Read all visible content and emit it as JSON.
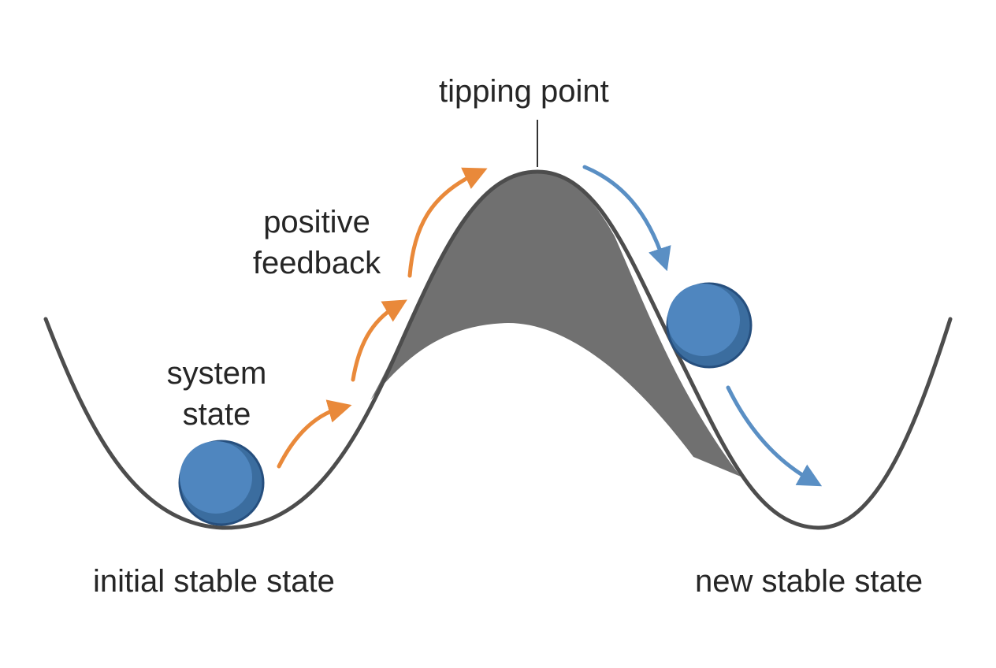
{
  "labels": {
    "tipping_point": "tipping point",
    "positive_feedback_line1": "positive",
    "positive_feedback_line2": "feedback",
    "system_state_line1": "system",
    "system_state_line2": "state",
    "initial_stable_state": "initial stable state",
    "new_stable_state": "new stable state"
  },
  "colors": {
    "landscape_line": "#4d4d4d",
    "hill_fill": "#707070",
    "ball_fill": "#4f86bf",
    "ball_shade": "#3b6d9f",
    "ball_stroke": "#264f7e",
    "feedback_arrow": "#e9893a",
    "descent_arrow": "#5a8fc4"
  },
  "icons": {
    "ball": "circle",
    "arrow": "curved-arrow"
  }
}
